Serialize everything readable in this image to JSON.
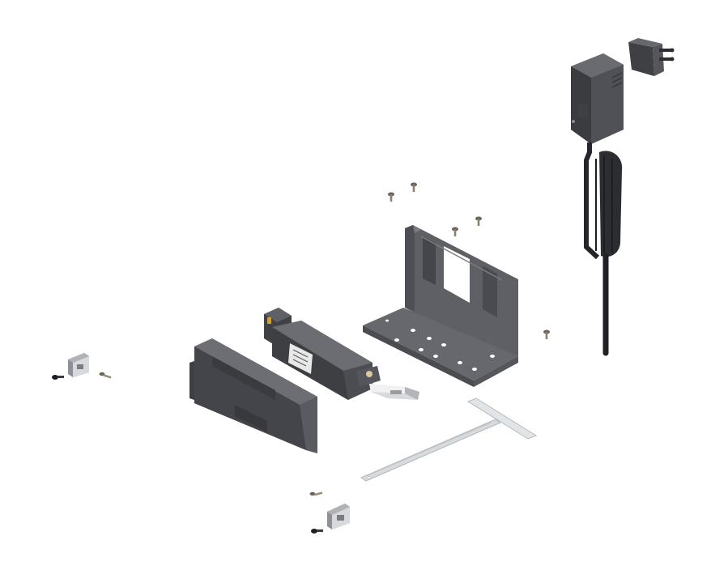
{
  "scene": {
    "background_color": "#ffffff",
    "part_color_dark": "#4a4b4f",
    "part_color_mid": "#5d5e63",
    "part_color_light": "#6f7075",
    "part_color_black": "#2a2b2e",
    "steel_color": "#c9ccd0",
    "screw_color": "#8a8070"
  },
  "parts": [
    {
      "name": "power-supply",
      "icon": "power-adapter-icon"
    },
    {
      "name": "plug-adapter",
      "icon": "plug-icon"
    },
    {
      "name": "cable-bundle",
      "icon": "cable-icon"
    },
    {
      "name": "mounting-bracket",
      "icon": "bracket-icon"
    },
    {
      "name": "drive-unit",
      "icon": "motor-icon"
    },
    {
      "name": "cover-cap",
      "icon": "cover-icon"
    },
    {
      "name": "synchronisation-rod",
      "icon": "rod-icon"
    },
    {
      "name": "end-cap-left",
      "icon": "clip-icon"
    },
    {
      "name": "end-cap-bottom",
      "icon": "clip-icon"
    },
    {
      "name": "screws",
      "icon": "screw-icon"
    }
  ]
}
